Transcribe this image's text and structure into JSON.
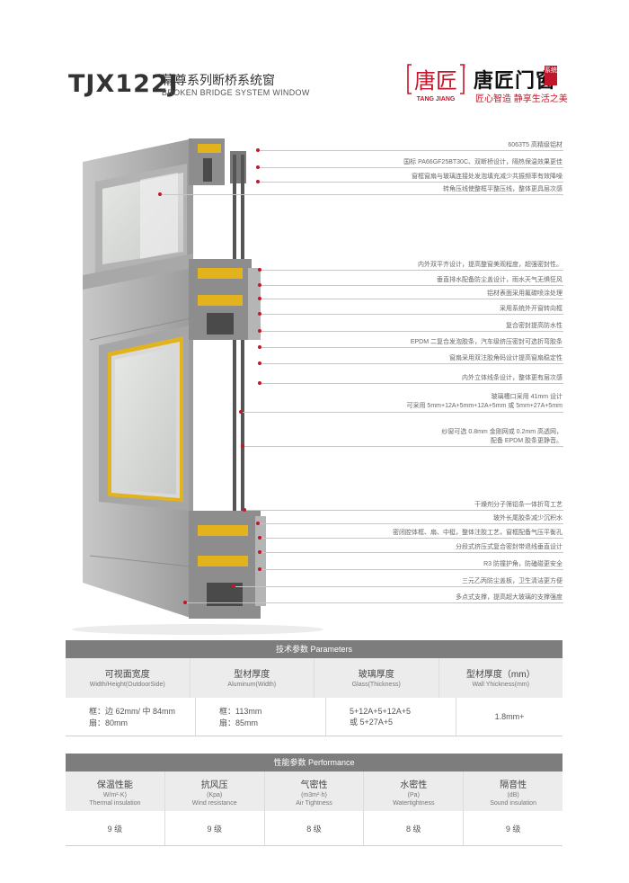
{
  "header": {
    "model": "TJX122J",
    "title_cn": "幕尊系列断桥系统窗",
    "title_en": "BROKEN BRIDGE SYSTEM WINDOW",
    "logo_chars": "唐匠",
    "logo_en": "TANG JIANG",
    "brand_name": "唐匠门窗",
    "brand_tag": "系统",
    "brand_slogan": "匠心智造 静享生活之美",
    "registered": "®"
  },
  "colors": {
    "accent": "#c4162a",
    "table_header": "#7d7d7d",
    "frame": "#9a9a9a",
    "thermal_strip": "#e3b31e"
  },
  "callouts": [
    {
      "text": "6063T5 高精级铝材"
    },
    {
      "text": "国标 PA66GF25BT30C、双断桥设计，隔热保温效果更佳"
    },
    {
      "text": "窗框窗扇与玻璃连接处发泡填充减少共振频率有效降噪"
    },
    {
      "text": "转角压线使整框平整压线，整体更具层次感"
    },
    {
      "text": "内外双平齐设计，提高整窗美观程度，超强密封性。"
    },
    {
      "text": "垂直排水配备防尘盖设计，雨水天气无惧狂风"
    },
    {
      "text": "铝材表面采用氟碳喷涂处理"
    },
    {
      "text": "采用系统外开窗转向框"
    },
    {
      "text": "复合密封提高防水性"
    },
    {
      "text": "EPDM 二复合发泡胶条，汽车级挤压密封可选折弯胶条"
    },
    {
      "text": "窗扇采用双注胶角码设计提高窗扇稳定性"
    },
    {
      "text": "内外立体线条设计，整体更有层次感"
    },
    {
      "line1": "玻璃槽口采用 41mm 设计",
      "line2": "可采用 5mm+12A+5mm+12A+5mm 或 5mm+27A+5mm"
    },
    {
      "line1": "纱窗可选 0.8mm 金刚网或 0.2mm 高透网，",
      "line2": "配备 EPDM 胶条更静音。"
    },
    {
      "text": "干燥剂分子筛铝条一体折弯工艺"
    },
    {
      "text": "玻外长尾胶条减少沉积水"
    },
    {
      "text": "密闭腔体框、扇、中梃，整体注胶工艺，窗框配备气压平衡孔"
    },
    {
      "text": "分段式挤压式复合密封带退线垂直设计"
    },
    {
      "text": "R3 防撞护角，防磕碰更安全"
    },
    {
      "text": "三元乙丙防尘盖板，卫生清洁更方便"
    },
    {
      "text": "多点式支撑，提高超大玻璃的支撑强度"
    }
  ],
  "parameters": {
    "title": "技术参数  Parameters",
    "columns": [
      {
        "cn": "可视面宽度",
        "en": "Width/Height(OutdoorSide)"
      },
      {
        "cn": "型材厚度",
        "en": "Aluminum(Width)"
      },
      {
        "cn": "玻璃厚度",
        "en": "Glass(Thickness)"
      },
      {
        "cn": "型材厚度（mm）",
        "en": "Wall Yhickness(mm)"
      }
    ],
    "values": [
      {
        "line1": "框：边 62mm/ 中 84mm",
        "line2": "扇：80mm"
      },
      {
        "line1": "框：113mm",
        "line2": "扇：85mm"
      },
      {
        "line1": "5+12A+5+12A+5",
        "line2": "或 5+27A+5"
      },
      {
        "line1": "1.8mm+",
        "line2": ""
      }
    ]
  },
  "performance": {
    "title": "性能参数  Performance",
    "columns": [
      {
        "cn": "保温性能",
        "unit": "W/m²·K)",
        "en": "Thermal insulation"
      },
      {
        "cn": "抗风压",
        "unit": "(Kpa)",
        "en": "Wind resistance"
      },
      {
        "cn": "气密性",
        "unit": "(m3m²·h)",
        "en": "Air Tightness"
      },
      {
        "cn": "水密性",
        "unit": "(Pa)",
        "en": "Watertightness"
      },
      {
        "cn": "隔音性",
        "unit": "(dB)",
        "en": "Sound insulation"
      }
    ],
    "values": [
      "9 级",
      "9 级",
      "8 级",
      "8 级",
      "9 级"
    ]
  }
}
